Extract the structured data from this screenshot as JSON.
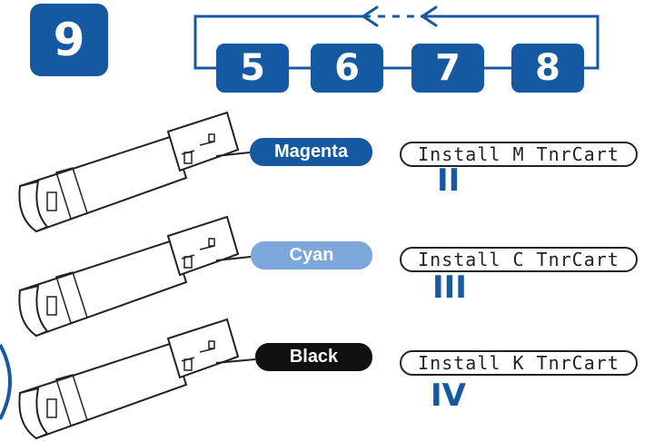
{
  "step_number": "9",
  "sequence": [
    "5",
    "6",
    "7",
    "8"
  ],
  "cartridges": [
    {
      "color_name": "Magenta",
      "display_text": "Install M TnrCart",
      "roman": "II",
      "pill_color": "#1559a3"
    },
    {
      "color_name": "Cyan",
      "display_text": "Install C TnrCart",
      "roman": "III",
      "pill_color": "#7ba7da"
    },
    {
      "color_name": "Black",
      "display_text": "Install K TnrCart",
      "roman": "IV",
      "pill_color": "#111111"
    }
  ],
  "colors": {
    "accent": "#1559a3",
    "cyan_tint": "#7ba7da",
    "black": "#111111"
  }
}
